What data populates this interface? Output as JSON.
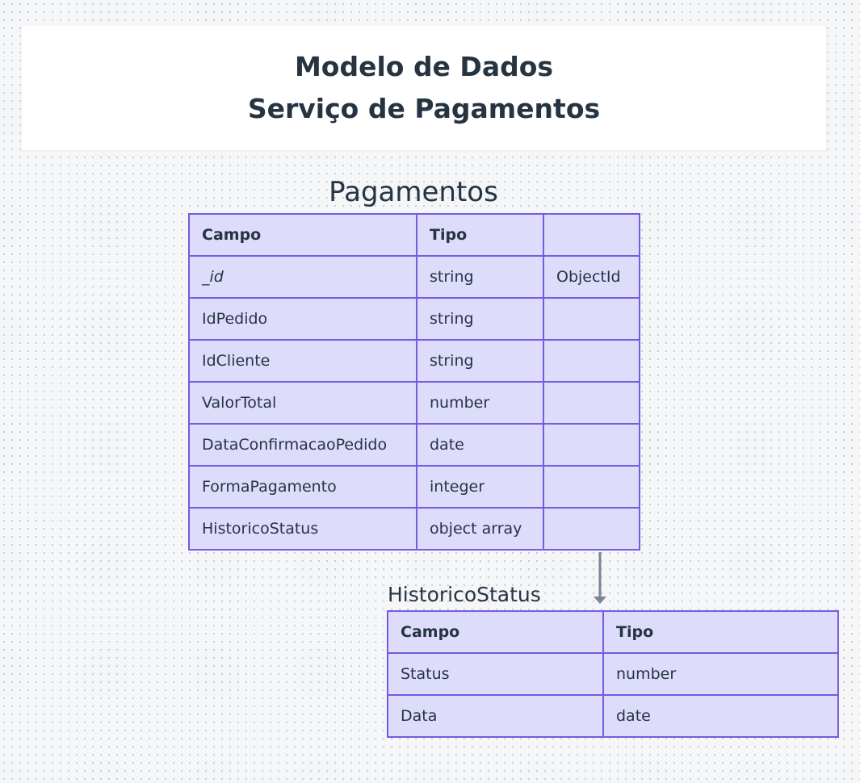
{
  "header": {
    "title_line1": "Modelo de Dados",
    "title_line2": "Serviço de Pagamentos"
  },
  "pagamentos": {
    "caption": "Pagamentos",
    "head": [
      "Campo",
      "Tipo",
      ""
    ],
    "rows": [
      [
        "_id",
        "string",
        "ObjectId"
      ],
      [
        "IdPedido",
        "string",
        ""
      ],
      [
        "IdCliente",
        "string",
        ""
      ],
      [
        "ValorTotal",
        "number",
        ""
      ],
      [
        "DataConfirmacaoPedido",
        "date",
        ""
      ],
      [
        "FormaPagamento",
        "integer",
        ""
      ],
      [
        "HistoricoStatus",
        "object array",
        ""
      ]
    ]
  },
  "historico": {
    "caption": "HistoricoStatus",
    "head": [
      "Campo",
      "Tipo"
    ],
    "rows": [
      [
        "Status",
        "number"
      ],
      [
        "Data",
        "date"
      ]
    ]
  },
  "colors": {
    "table_fill": "#dedcfb",
    "table_border": "#7759e2",
    "arrow": "#7a8894",
    "text": "#263442"
  }
}
